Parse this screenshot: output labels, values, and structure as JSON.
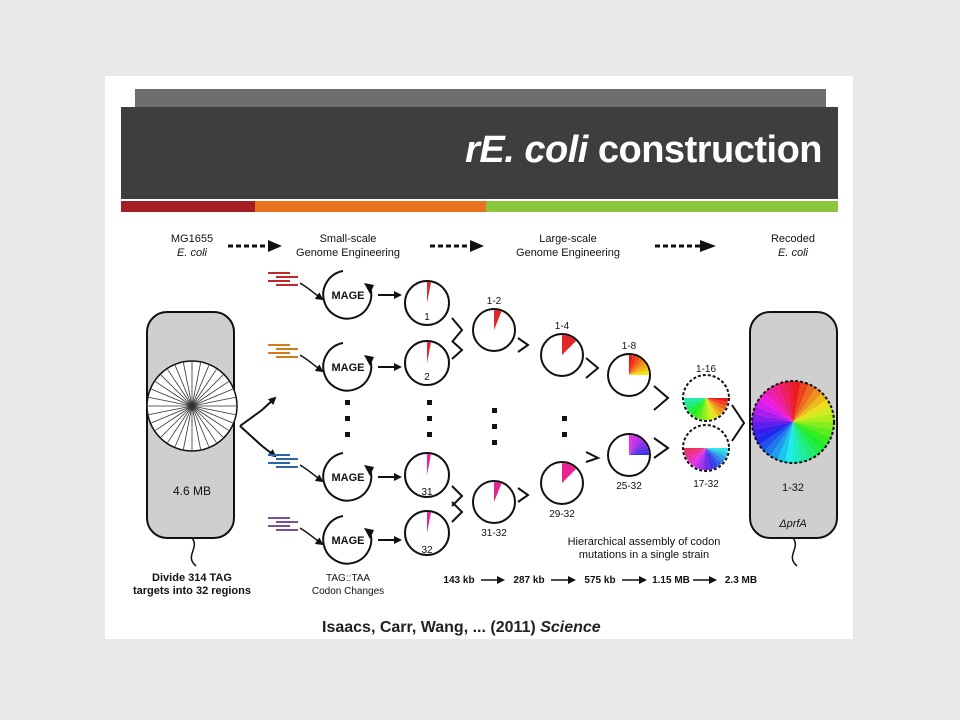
{
  "slide": {
    "title_italic": "rE. coli",
    "title_rest": "construction",
    "citation_authors": "Isaacs, Carr, Wang, ... (2011)",
    "citation_journal": "Science"
  },
  "diagram": {
    "stages": [
      {
        "line1": "MG1655",
        "line2": "E. coli"
      },
      {
        "line1": "Small-scale",
        "line2": "Genome Engineering"
      },
      {
        "line1": "Large-scale",
        "line2": "Genome Engineering"
      },
      {
        "line1": "Recoded",
        "line2": "E. coli"
      }
    ],
    "left_cell_label": "4.6 MB",
    "left_caption": [
      "Divide 314 TAG",
      "targets into 32 regions"
    ],
    "mage_label": "MAGE",
    "mage_colors": [
      "#c0282b",
      "#d47a1a",
      "#2a66a8",
      "#7b4fa0"
    ],
    "codon_caption": [
      "TAG::TAA",
      "Codon Changes"
    ],
    "small_circle_labels": [
      "1",
      "2",
      "31",
      "32"
    ],
    "hier_labels": [
      "1-2",
      "1-4",
      "1-8",
      "1-16",
      "31-32",
      "29-32",
      "25-32",
      "17-32"
    ],
    "right_cell_label": "1-32",
    "right_cell_genotype": "ΔprfA",
    "hierarchy_caption": [
      "Hierarchical assembly of codon",
      "mutations in a single strain"
    ],
    "sizes": [
      "143 kb",
      "287 kb",
      "575 kb",
      "1.15 MB",
      "2.3 MB"
    ],
    "accent_pink": "#e8238f"
  }
}
